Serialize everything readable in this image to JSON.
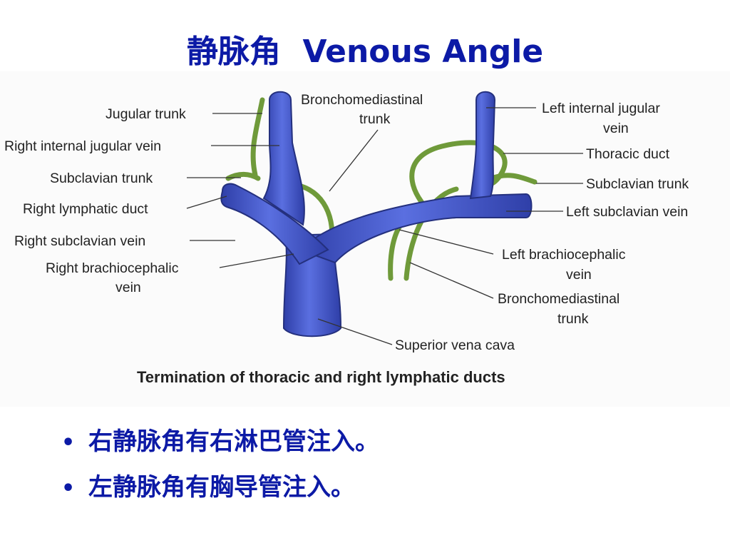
{
  "title": "静脉角  Venous Angle",
  "figure": {
    "labels": {
      "jugular_trunk": "Jugular trunk",
      "right_internal_jugular_vein": "Right internal jugular vein",
      "subclavian_trunk_right": "Subclavian trunk",
      "right_lymphatic_duct": "Right lymphatic duct",
      "right_subclavian_vein": "Right subclavian vein",
      "right_brachiocephalic_1": "Right brachiocephalic",
      "right_brachiocephalic_2": "vein",
      "bronchomediastinal_top_1": "Bronchomediastinal",
      "bronchomediastinal_top_2": "trunk",
      "left_internal_jugular_1": "Left internal jugular",
      "left_internal_jugular_2": "vein",
      "thoracic_duct": "Thoracic duct",
      "subclavian_trunk_left": "Subclavian trunk",
      "left_subclavian_vein": "Left subclavian vein",
      "left_brachiocephalic_1": "Left brachiocephalic",
      "left_brachiocephalic_2": "vein",
      "bronchomediastinal_bottom_1": "Bronchomediastinal",
      "bronchomediastinal_bottom_2": "trunk",
      "superior_vena_cava": "Superior vena cava"
    },
    "caption": "Termination of thoracic and right lymphatic ducts",
    "colors": {
      "vein": "#4a5fd0",
      "vein_shadow": "#2a3794",
      "duct": "#6f9a3a",
      "duct_dark": "#3e5d1e"
    }
  },
  "bullets": [
    "右静脉角有右淋巴管注入。",
    "左静脉角有胸导管注入。"
  ],
  "colors": {
    "title": "#0c1aa6",
    "bullet_text": "#0c1aa6"
  }
}
